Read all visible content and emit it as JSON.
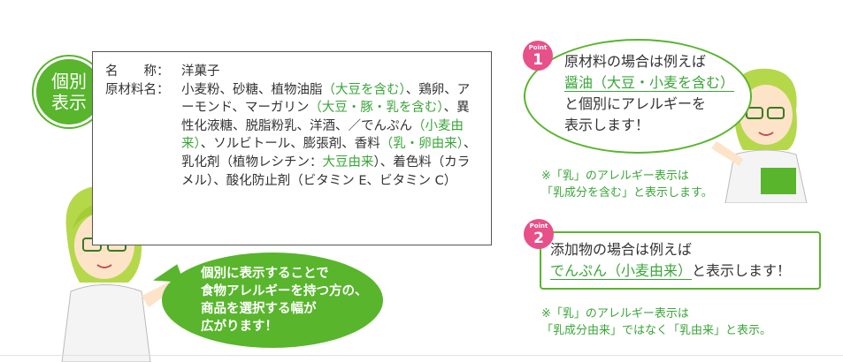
{
  "badge": {
    "line1": "個別",
    "line2": "表示"
  },
  "label": {
    "name_key": "名　　称：",
    "name_val": "洋菓子",
    "ing_key": "原材料名：",
    "ing": [
      {
        "t": "小麦粉、砂糖、植物油脂"
      },
      {
        "t": "（大豆を含む）",
        "g": true
      },
      {
        "t": "、鶏卵、アーモンド、マーガリン"
      },
      {
        "t": "（大豆・豚・乳を含む）",
        "g": true
      },
      {
        "t": "、異性化液糖、脱脂粉乳、洋酒、／でんぷん"
      },
      {
        "t": "（小麦由来）",
        "g": true
      },
      {
        "t": "、ソルビトール、膨張剤、香料"
      },
      {
        "t": "（乳・卵由来）",
        "g": true
      },
      {
        "t": "、乳化剤（植物レシチン："
      },
      {
        "t": "大豆由来",
        "g": true
      },
      {
        "t": "）、着色料（カラメル）、酸化防止剤（ビタミン E、ビタミン C）"
      }
    ]
  },
  "speech": {
    "l1": "個別に表示することで",
    "l2": "食物アレルギーを持つ方の、",
    "l3": "商品を選択する幅が",
    "l4": "広がります！"
  },
  "point1": {
    "badge_s": "Point",
    "badge_n": "1",
    "l1": "原材料の場合は例えば",
    "l2a": "醤油（大豆・小麦を含む）",
    "l3": "と個別にアレルギーを",
    "l4": "表示します！"
  },
  "note1": {
    "l1": "※「乳」のアレルギー表示は",
    "l2": "「乳成分を含む」と表示します。"
  },
  "point2": {
    "badge_s": "Point",
    "badge_n": "2",
    "l1": "添加物の場合は例えば",
    "l2a": "でんぷん（小麦由来）",
    "l2b": "と表示します！"
  },
  "note2": {
    "l1": "※「乳」のアレルギー表示は",
    "l2": "「乳成分由来」ではなく「乳由来」と表示。"
  },
  "colors": {
    "green": "#58b52c",
    "text_green": "#3aa638",
    "pink": "#e8508a"
  }
}
